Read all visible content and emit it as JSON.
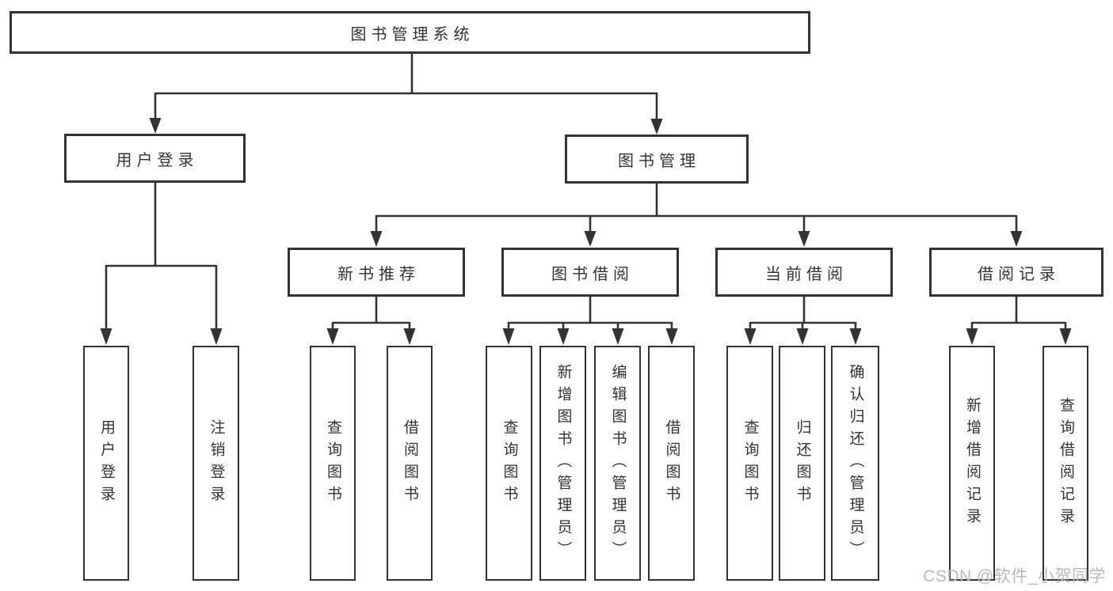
{
  "diagram": {
    "tree": {
      "label": "图书管理系统",
      "children": [
        {
          "label": "用户登录",
          "children": [
            {
              "label": "用户登录"
            },
            {
              "label": "注销登录"
            }
          ]
        },
        {
          "label": "图书管理",
          "children": [
            {
              "label": "新书推荐",
              "children": [
                {
                  "label": "查询图书"
                },
                {
                  "label": "借阅图书"
                }
              ]
            },
            {
              "label": "图书借阅",
              "children": [
                {
                  "label": "查询图书"
                },
                {
                  "label": "新增图书（管理员）"
                },
                {
                  "label": "编辑图书（管理员）"
                },
                {
                  "label": "借阅图书"
                }
              ]
            },
            {
              "label": "当前借阅",
              "children": [
                {
                  "label": "查询图书"
                },
                {
                  "label": "归还图书"
                },
                {
                  "label": "确认归还（管理员）"
                }
              ]
            },
            {
              "label": "借阅记录",
              "children": [
                {
                  "label": "新增借阅记录"
                },
                {
                  "label": "查询借阅记录"
                }
              ]
            }
          ]
        }
      ]
    },
    "colors": {
      "line": "#333333",
      "box_border": "#333333",
      "text": "#333333",
      "background": "#ffffff",
      "watermark": "#b9b9b9"
    }
  },
  "watermark": {
    "text": "CSDN @软件_小贺同学"
  }
}
